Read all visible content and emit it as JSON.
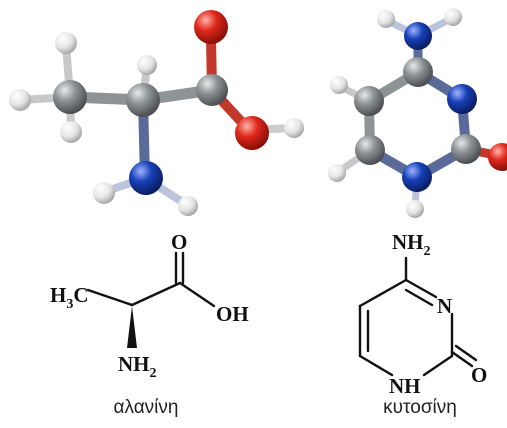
{
  "molecules": [
    {
      "id": "alanine",
      "caption": "αλανίνη",
      "labels": {
        "methyl": "H",
        "methyl_sub": "3",
        "methyl_c": "C",
        "oxygen": "O",
        "hydroxyl": "OH",
        "amine": "NH",
        "amine_sub": "2"
      }
    },
    {
      "id": "cytosine",
      "caption": "κυτοσίνη",
      "labels": {
        "amine": "NH",
        "amine_sub": "2",
        "ring_n": "N",
        "ring_nh": "NH",
        "oxygen": "O"
      }
    }
  ],
  "atom_colors": {
    "carbon": "#8e9396",
    "hydrogen": "#f2f2f2",
    "oxygen": "#e0281c",
    "nitrogen": "#1740b8"
  }
}
